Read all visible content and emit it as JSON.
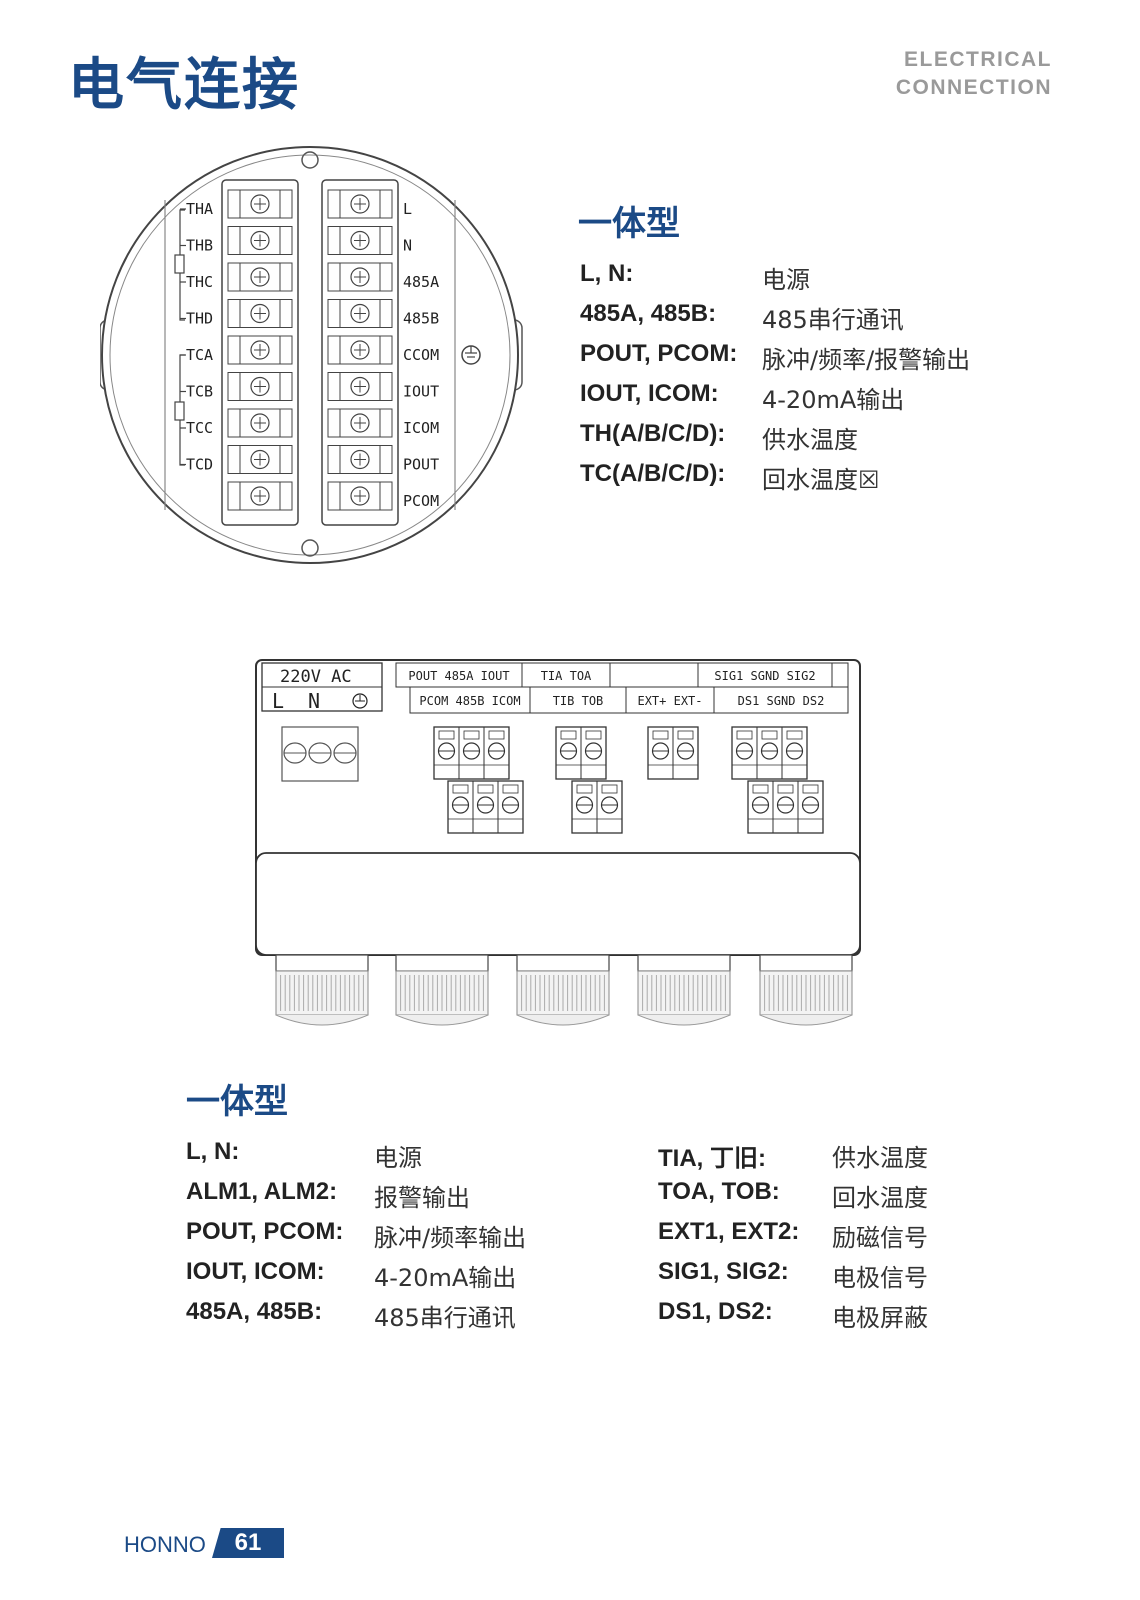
{
  "header": {
    "title_cn": "电气连接",
    "title_en_line1": "ELECTRICAL",
    "title_en_line2": "CONNECTION"
  },
  "section1": {
    "heading": "一体型",
    "items": [
      {
        "key": "L, N:",
        "value": "电源"
      },
      {
        "key": "485A, 485B:",
        "value": "485串行通讯"
      },
      {
        "key": "POUT, PCOM:",
        "value": "脉冲/频率/报警输出"
      },
      {
        "key": "IOUT, ICOM:",
        "value": "4-20mA输出"
      },
      {
        "key": "TH(A/B/C/D):",
        "value": "供水温度"
      },
      {
        "key": "TC(A/B/C/D):",
        "value": "回水温度☒"
      }
    ]
  },
  "round_diagram": {
    "left_labels": [
      "THA",
      "THB",
      "THC",
      "THD",
      "TCA",
      "TCB",
      "TCC",
      "TCD"
    ],
    "right_labels": [
      "L",
      "N",
      "485A",
      "485B",
      "CCOM",
      "IOUT",
      "ICOM",
      "POUT",
      "PCOM"
    ]
  },
  "rect_diagram": {
    "power_label": "220V AC",
    "power_terminals": [
      "L",
      "N"
    ],
    "top_row": [
      "POUT 485A IOUT",
      "TIA TOA",
      "",
      "SIG1 SGND SIG2"
    ],
    "bottom_row": [
      "PCOM 485B ICOM",
      "TIB TOB",
      "EXT+ EXT-",
      "DS1 SGND DS2"
    ]
  },
  "section2": {
    "heading": "一体型",
    "left_items": [
      {
        "key": "L, N:",
        "value": "电源"
      },
      {
        "key": "ALM1, ALM2:",
        "value": "报警输出"
      },
      {
        "key": "POUT, PCOM:",
        "value": "脉冲/频率输出"
      },
      {
        "key": "IOUT, ICOM:",
        "value": "4-20mA输出"
      },
      {
        "key": "485A, 485B:",
        "value": "485串行通讯"
      }
    ],
    "right_items": [
      {
        "key": "TIA, 丁旧:",
        "value": "供水温度"
      },
      {
        "key": "TOA, TOB:",
        "value": "回水温度"
      },
      {
        "key": "EXT1, EXT2:",
        "value": "励磁信号"
      },
      {
        "key": "SIG1, SIG2:",
        "value": "电极信号"
      },
      {
        "key": "DS1, DS2:",
        "value": "电极屏蔽"
      }
    ]
  },
  "footer": {
    "brand": "HONNO",
    "page": "61"
  }
}
